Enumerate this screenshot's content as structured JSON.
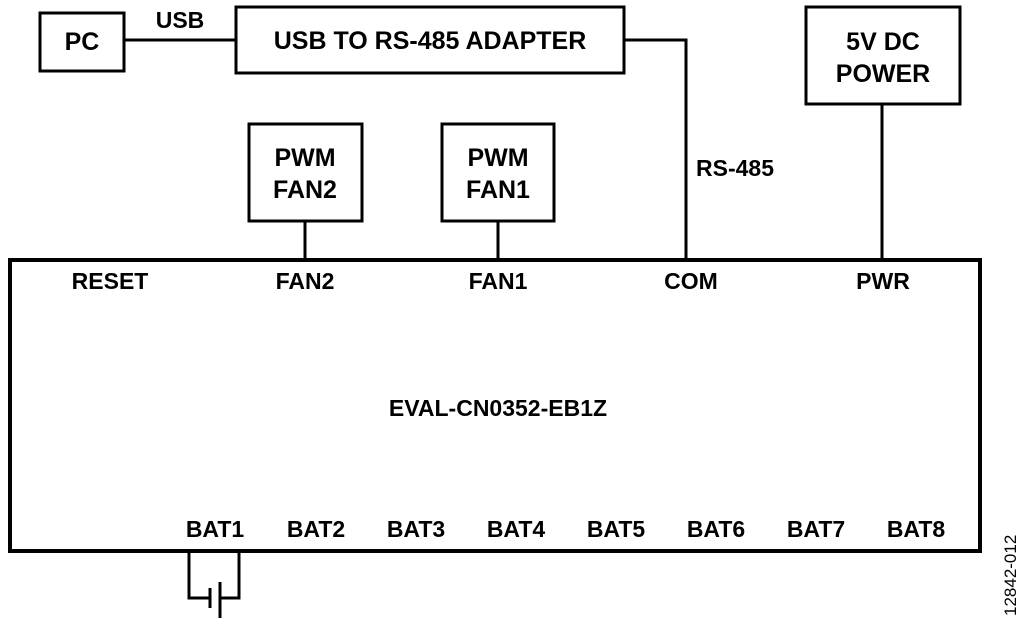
{
  "pc": {
    "label": "PC"
  },
  "usb_link": {
    "label": "USB"
  },
  "adapter": {
    "label": "USB TO RS-485 ADAPTER"
  },
  "power_supply": {
    "line1": "5V DC",
    "line2": "POWER"
  },
  "pwm_fan2": {
    "line1": "PWM",
    "line2": "FAN2"
  },
  "pwm_fan1": {
    "line1": "PWM",
    "line2": "FAN1"
  },
  "rs485_link": {
    "label": "RS-485"
  },
  "board": {
    "name": "EVAL-CN0352-EB1Z",
    "top_ports": [
      "RESET",
      "FAN2",
      "FAN1",
      "COM",
      "PWR"
    ],
    "bottom_ports": [
      "BAT1",
      "BAT2",
      "BAT3",
      "BAT4",
      "BAT5",
      "BAT6",
      "BAT7",
      "BAT8"
    ]
  },
  "figure_id": "12842-012"
}
